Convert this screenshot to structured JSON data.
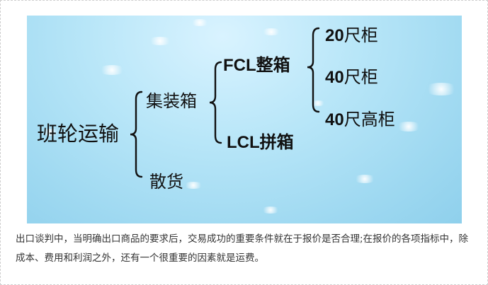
{
  "diagram": {
    "root": "班轮运输",
    "branches": [
      {
        "label": "集装箱",
        "children": [
          {
            "label": "FCL整箱",
            "leaves": [
              {
                "num": "20",
                "unit": "尺柜"
              },
              {
                "num": "40",
                "unit": "尺柜"
              },
              {
                "num": "40",
                "unit": "尺高柜"
              }
            ]
          },
          {
            "label": "LCL拼箱"
          }
        ]
      },
      {
        "label": "散货"
      }
    ]
  },
  "caption": {
    "text": "出口谈判中，当明确出口商品的要求后，交易成功的重要条件就在于报价是否合理;在报价的各项指标中，除成本、费用和利润之外，还有一个很重要的因素就是运费。"
  },
  "colors": {
    "panel_light": "#d9f3ff",
    "panel_dark": "#8fd0ec",
    "text": "#111111",
    "caption_text": "#333333"
  }
}
